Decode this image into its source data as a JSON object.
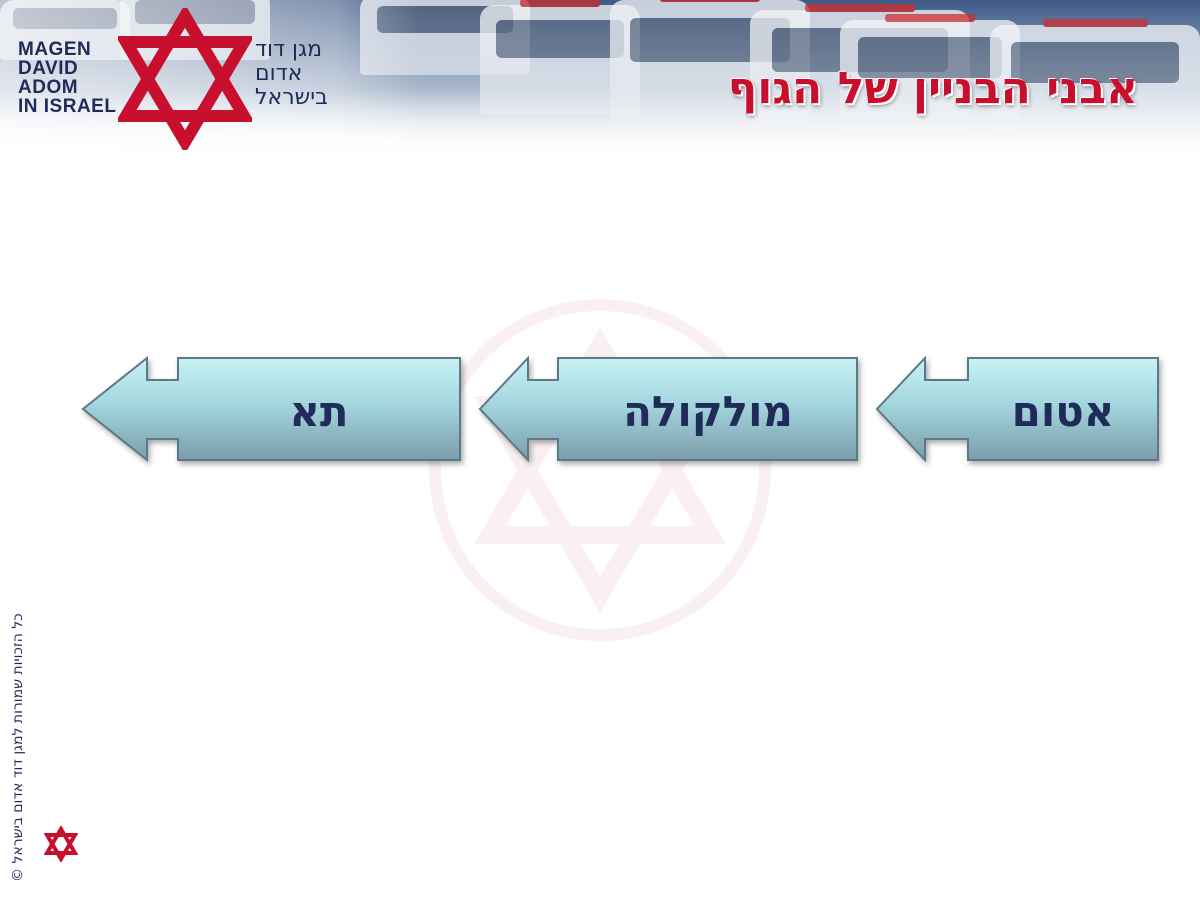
{
  "header": {
    "logo_en_lines": [
      "MAGEN",
      "DAVID",
      "ADOM",
      "IN ISRAEL"
    ],
    "logo_he_lines": [
      "מגן דוד",
      "אדום",
      "בישראל"
    ]
  },
  "slide": {
    "title": "אבני הבניין של הגוף",
    "steps": [
      {
        "label": "אטום"
      },
      {
        "label": "מולקולה"
      },
      {
        "label": "תא"
      }
    ]
  },
  "footer": {
    "copyright": "© כל הזכויות שמורות למגן דוד אדום בישראל"
  },
  "colors": {
    "brand_red": "#c8102e",
    "brand_navy": "#1f2c5a",
    "arrow_fill_top": "#bfeef2",
    "arrow_fill_bottom": "#7fa2b0"
  },
  "icons": {
    "logo": "star-of-david-icon",
    "step_arrow": "left-arrow-icon",
    "footer_logo": "star-of-david-icon"
  }
}
